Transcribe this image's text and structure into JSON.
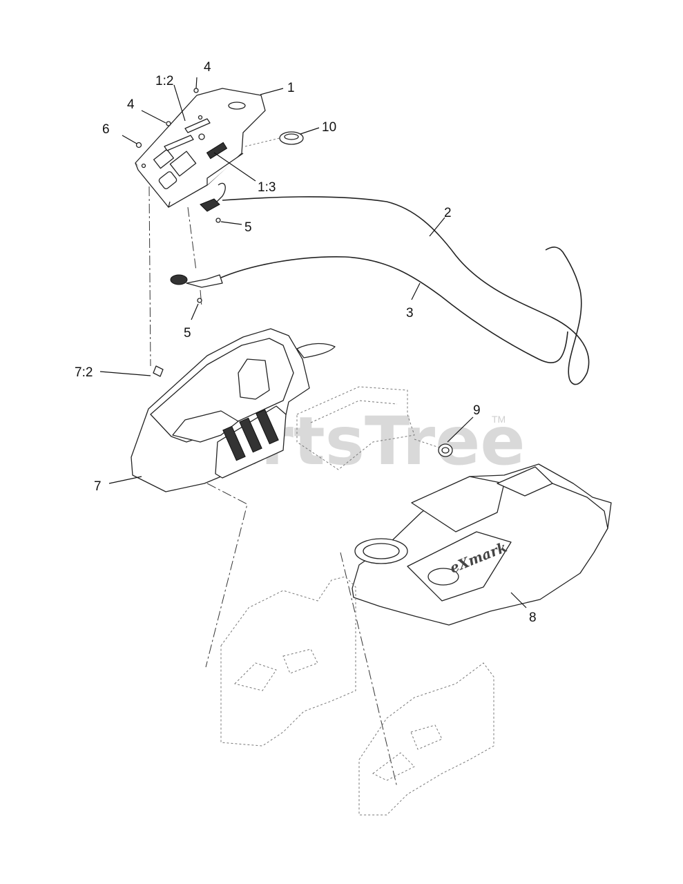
{
  "watermark": {
    "text": "PartsTree",
    "trademark": "TM"
  },
  "brand_logo": {
    "text": "eXmark"
  },
  "callouts": [
    {
      "id": "c-1",
      "label": "1"
    },
    {
      "id": "c-1-2",
      "label": "1:2"
    },
    {
      "id": "c-1-3",
      "label": "1:3"
    },
    {
      "id": "c-2",
      "label": "2"
    },
    {
      "id": "c-3",
      "label": "3"
    },
    {
      "id": "c-4a",
      "label": "4"
    },
    {
      "id": "c-4b",
      "label": "4"
    },
    {
      "id": "c-5a",
      "label": "5"
    },
    {
      "id": "c-5b",
      "label": "5"
    },
    {
      "id": "c-6",
      "label": "6"
    },
    {
      "id": "c-7",
      "label": "7"
    },
    {
      "id": "c-7-2",
      "label": "7:2"
    },
    {
      "id": "c-8",
      "label": "8"
    },
    {
      "id": "c-9",
      "label": "9"
    },
    {
      "id": "c-10",
      "label": "10"
    }
  ]
}
